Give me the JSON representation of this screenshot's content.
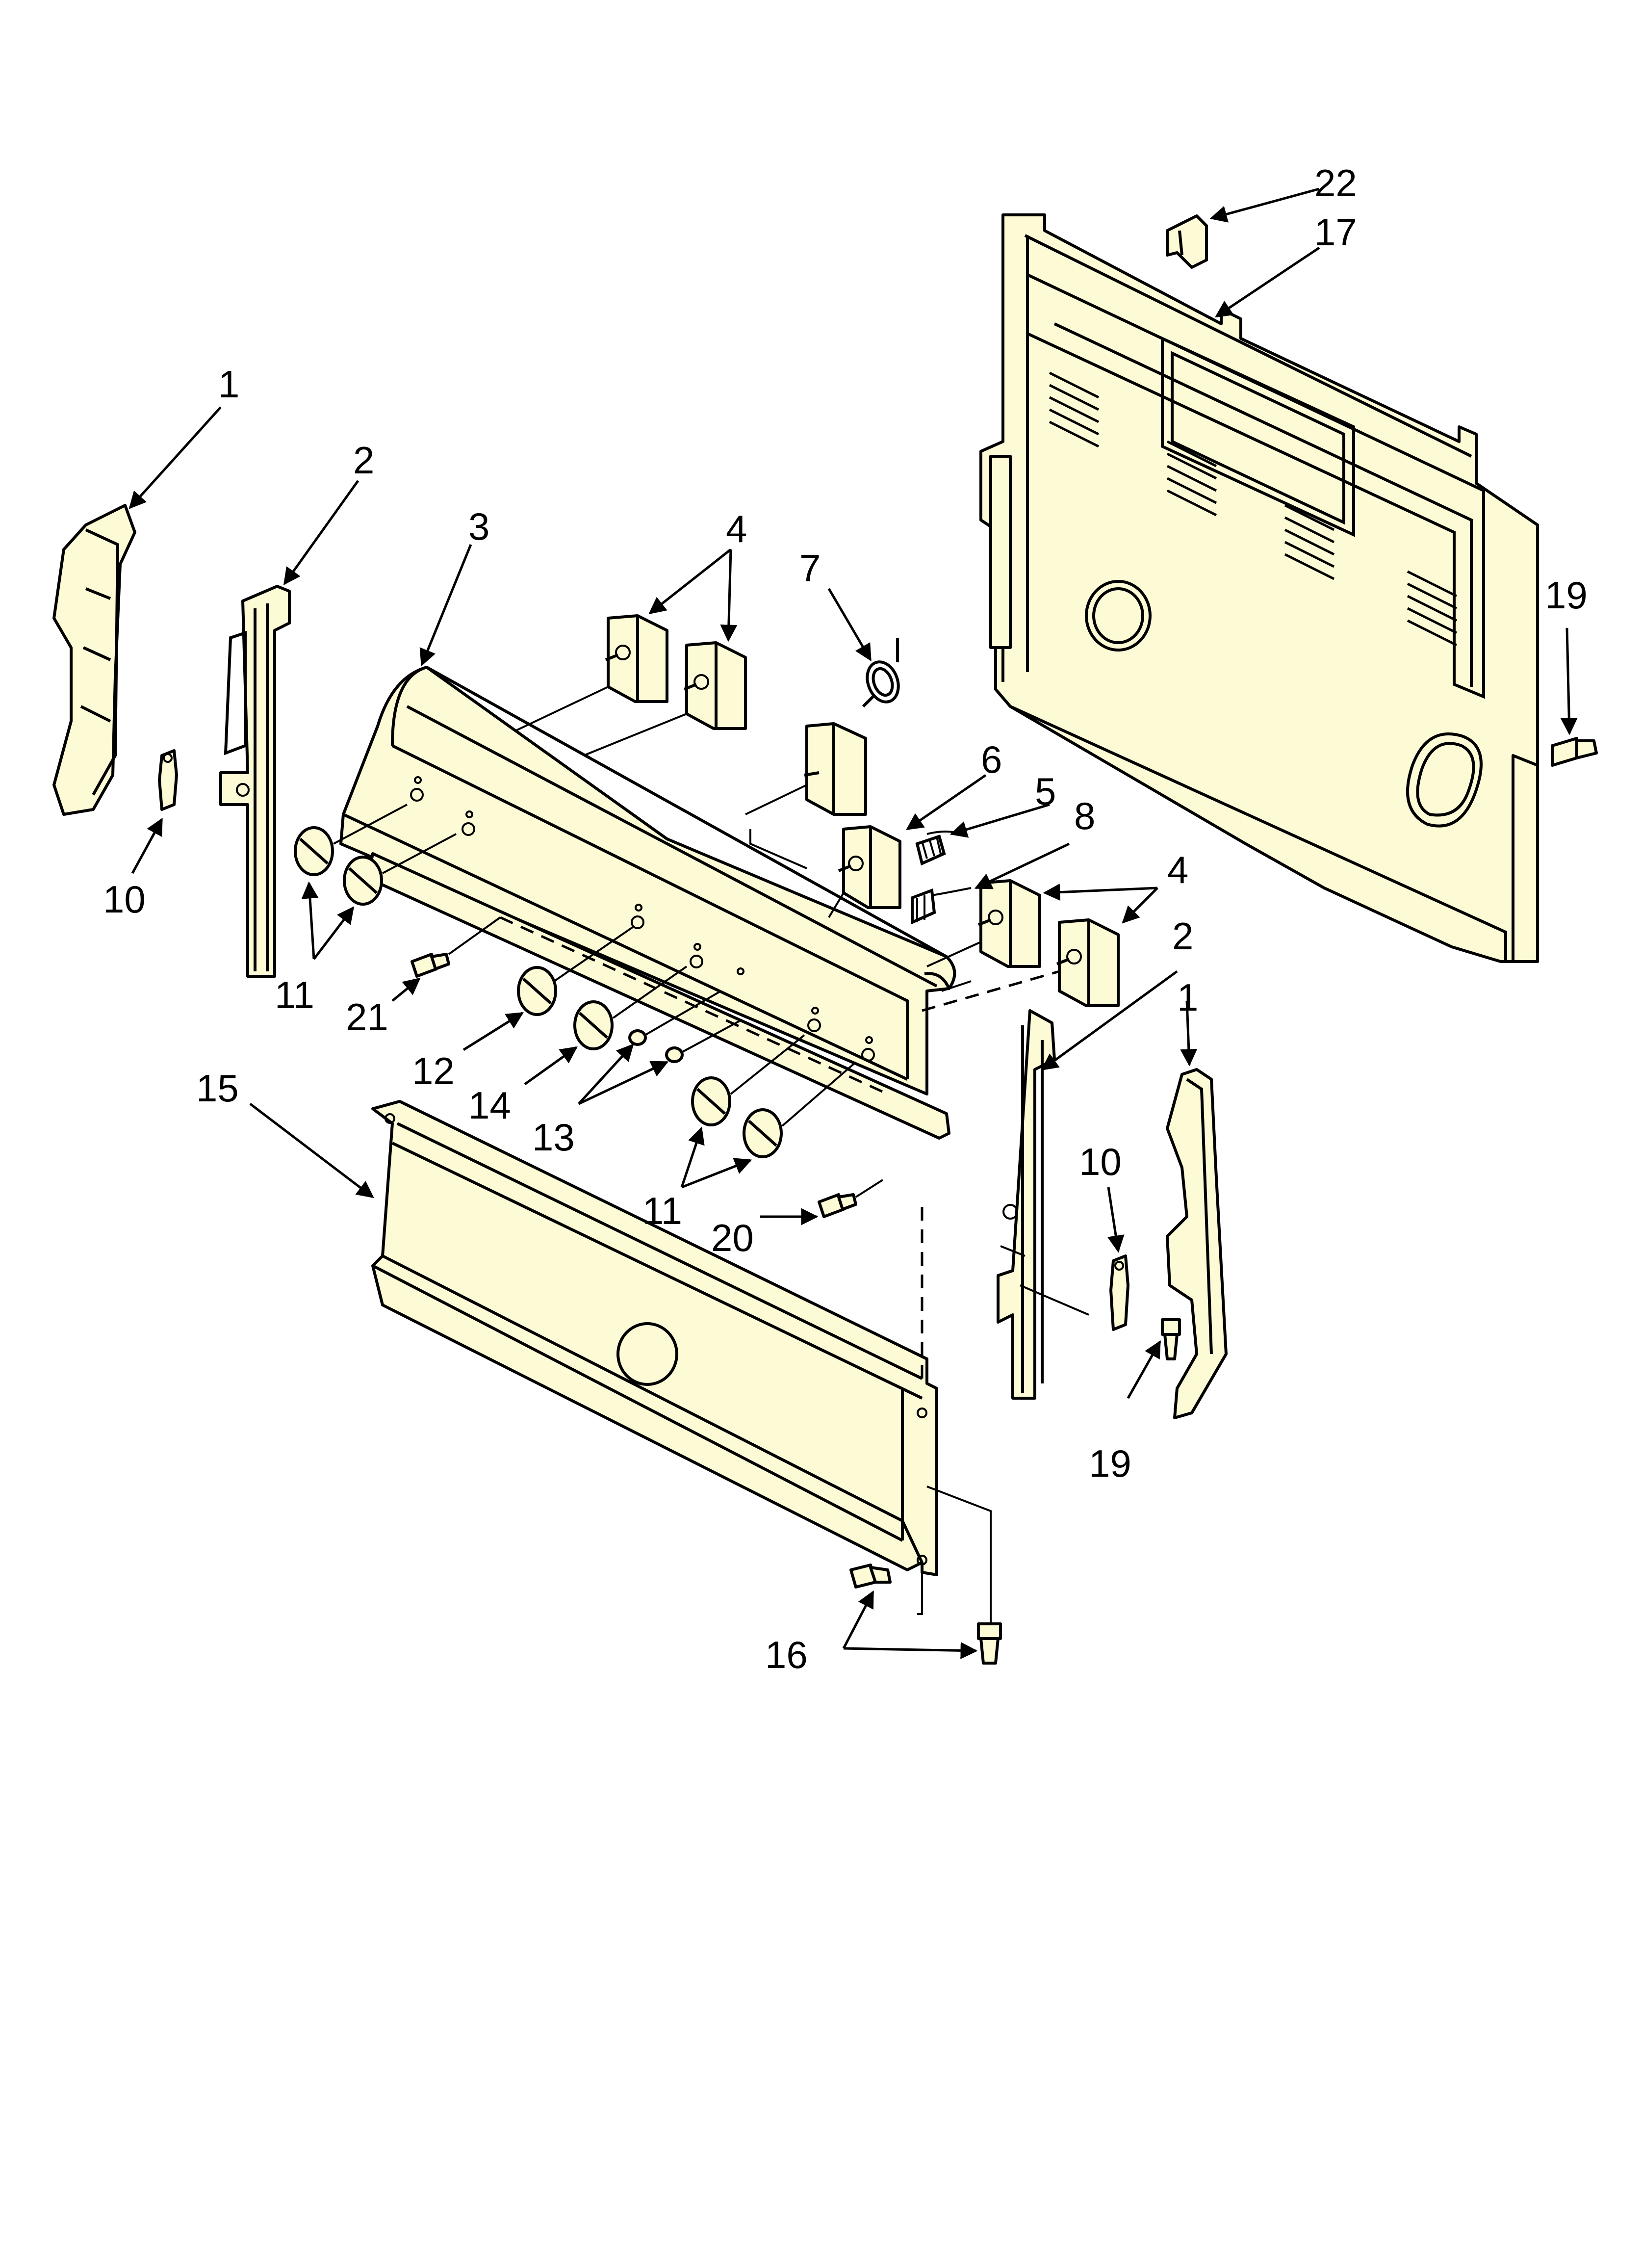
{
  "diagram": {
    "callouts": [
      {
        "id": "c1a",
        "label": "1"
      },
      {
        "id": "c2a",
        "label": "2"
      },
      {
        "id": "c3",
        "label": "3"
      },
      {
        "id": "c4a",
        "label": "4"
      },
      {
        "id": "c7",
        "label": "7"
      },
      {
        "id": "c22",
        "label": "22"
      },
      {
        "id": "c17",
        "label": "17"
      },
      {
        "id": "c19a",
        "label": "19"
      },
      {
        "id": "c6",
        "label": "6"
      },
      {
        "id": "c5",
        "label": "5"
      },
      {
        "id": "c8",
        "label": "8"
      },
      {
        "id": "c4b",
        "label": "4"
      },
      {
        "id": "c2b",
        "label": "2"
      },
      {
        "id": "c1b",
        "label": "1"
      },
      {
        "id": "c10a",
        "label": "10"
      },
      {
        "id": "c11a",
        "label": "11"
      },
      {
        "id": "c21",
        "label": "21"
      },
      {
        "id": "c12",
        "label": "12"
      },
      {
        "id": "c14",
        "label": "14"
      },
      {
        "id": "c13",
        "label": "13"
      },
      {
        "id": "c15",
        "label": "15"
      },
      {
        "id": "c11b",
        "label": "11"
      },
      {
        "id": "c20",
        "label": "20"
      },
      {
        "id": "c10b",
        "label": "10"
      },
      {
        "id": "c19b",
        "label": "19"
      },
      {
        "id": "c16",
        "label": "16"
      }
    ]
  },
  "colors": {
    "part_fill": "#fdfad6",
    "stroke": "#000000",
    "background": "#ffffff"
  }
}
